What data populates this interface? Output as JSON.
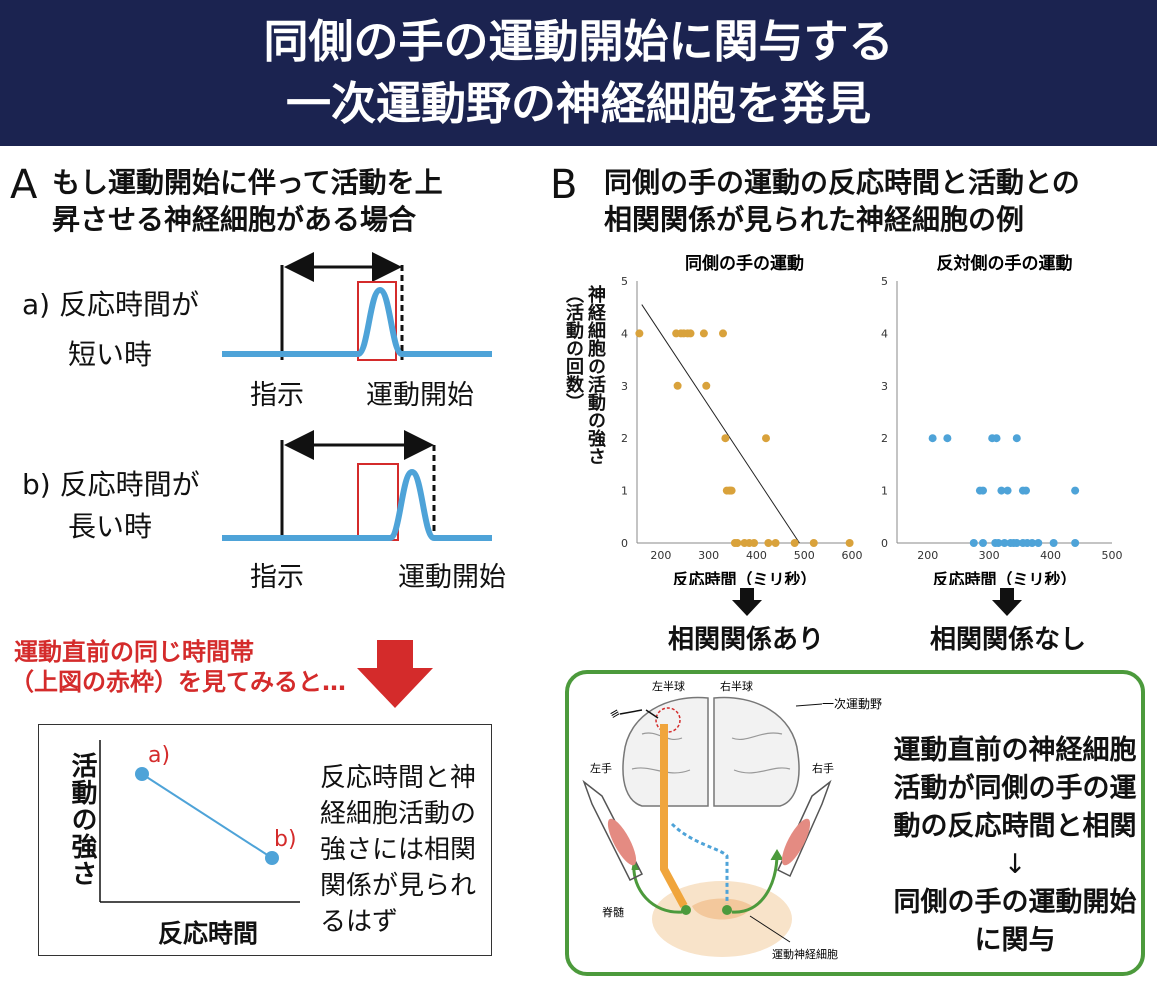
{
  "title": {
    "line1": "同側の手の運動開始に関与する",
    "line2": "一次運動野の神経細胞を発見"
  },
  "panel_a": {
    "letter": "A",
    "heading_line1": "もし運動開始に伴って活動を上",
    "heading_line2": "昇させる神経細胞がある場合",
    "case_a_line1": "a) 反応時間が",
    "case_a_line2": "短い時",
    "case_b_line1": "b) 反応時間が",
    "case_b_line2": "長い時",
    "instruction_label": "指示",
    "movement_onset_label": "運動開始",
    "red_note_line1": "運動直前の同じ時間帯",
    "red_note_line2": "（上図の赤枠）を見てみると…",
    "mini_plot": {
      "ylabel": "活動の強さ",
      "xlabel": "反応時間",
      "point_a": "a)",
      "point_b": "b)"
    },
    "conclusion_lines": [
      "反応時間と神",
      "経細胞活動の",
      "強さには相関",
      "関係が見られ",
      "るはず"
    ]
  },
  "panel_b": {
    "letter": "B",
    "heading_line1": "同側の手の運動の反応時間と活動との",
    "heading_line2": "相関関係が見られた神経細胞の例",
    "ylabel_line1": "神経細胞の活動の強さ",
    "ylabel_line2": "（活動の回数）",
    "result_left": "相関関係あり",
    "result_right": "相関関係なし"
  },
  "chart_data": [
    {
      "type": "scatter",
      "title": "同側の手の運動",
      "xlabel": "反応時間（ミリ秒）",
      "ylabel": "神経細胞の活動の強さ（活動の回数）",
      "xlim": [
        150,
        600
      ],
      "ylim": [
        0,
        5
      ],
      "xticks": [
        200,
        300,
        400,
        500,
        600
      ],
      "yticks": [
        0,
        1,
        2,
        3,
        4,
        5
      ],
      "color": "#d9a23b",
      "x": [
        155,
        232,
        242,
        248,
        256,
        262,
        290,
        330,
        235,
        295,
        335,
        338,
        343,
        345,
        348,
        420,
        355,
        360,
        375,
        385,
        395,
        425,
        440,
        480,
        520,
        595
      ],
      "y": [
        4,
        4,
        4,
        4,
        4,
        4,
        4,
        4,
        3,
        3,
        2,
        1,
        1,
        1,
        1,
        2,
        0,
        0,
        0,
        0,
        0,
        0,
        0,
        0,
        0,
        0
      ],
      "trendline": {
        "x": [
          160,
          490
        ],
        "y": [
          4.55,
          0
        ]
      }
    },
    {
      "type": "scatter",
      "title": "反対側の手の運動",
      "xlabel": "反応時間（ミリ秒）",
      "xlim": [
        150,
        500
      ],
      "ylim": [
        0,
        5
      ],
      "xticks": [
        200,
        300,
        400,
        500
      ],
      "yticks": [
        0,
        1,
        2,
        3,
        4,
        5
      ],
      "color": "#4ea3d8",
      "x": [
        208,
        232,
        305,
        312,
        345,
        285,
        290,
        320,
        330,
        355,
        360,
        440,
        275,
        290,
        310,
        315,
        325,
        335,
        340,
        345,
        355,
        362,
        370,
        380,
        405,
        440
      ],
      "y": [
        2,
        2,
        2,
        2,
        2,
        1,
        1,
        1,
        1,
        1,
        1,
        1,
        0,
        0,
        0,
        0,
        0,
        0,
        0,
        0,
        0,
        0,
        0,
        0,
        0,
        0
      ]
    }
  ],
  "diagram": {
    "left_hemisphere": "左半球",
    "right_hemisphere": "右半球",
    "primary_motor_cortex": "一次運動野",
    "left_hand": "左手",
    "right_hand": "右手",
    "spinal_cord": "脊髄",
    "motor_neuron": "運動神経細胞",
    "arrow_mark": "≡"
  },
  "box_conclusion": {
    "lines": [
      "運動直前の神経細胞",
      "活動が同側の手の運",
      "動の反応時間と相関"
    ],
    "arrow": "↓",
    "lines2": [
      "同側の手の運動開始",
      "に関与"
    ]
  },
  "colors": {
    "banner": "#1b2350",
    "trace_blue": "#4ea3d8",
    "red_frame": "#d42b2b",
    "green_frame": "#4c9a3c",
    "orange_points": "#d9a23b"
  }
}
